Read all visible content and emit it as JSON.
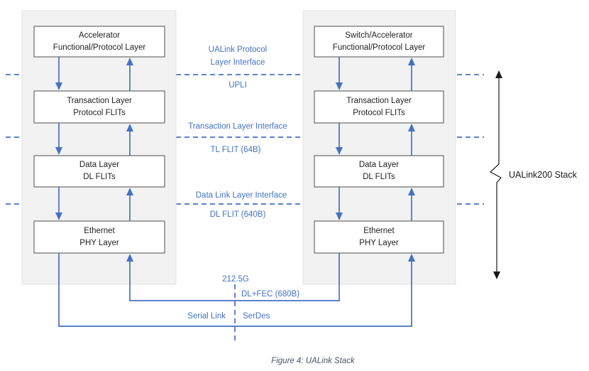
{
  "figure": {
    "caption": "Figure 4: UALink Stack"
  },
  "colors": {
    "accent_blue": "#4472C4",
    "panel_fill": "#F2F2F2",
    "panel_border": "#E3E3E3",
    "box_border": "#6F6F6F",
    "black_line": "#1a1a1a",
    "caption_navy": "#44546A"
  },
  "stacks": {
    "left": {
      "boxes": [
        {
          "line1": "Accelerator",
          "line2": "Functional/Protocol Layer"
        },
        {
          "line1": "Transaction Layer",
          "line2": "Protocol FLITs"
        },
        {
          "line1": "Data Layer",
          "line2": "DL FLITs"
        },
        {
          "line1": "Ethernet",
          "line2": "PHY Layer"
        }
      ]
    },
    "right": {
      "boxes": [
        {
          "line1": "Switch/Accelerator",
          "line2": "Functional/Protocol Layer"
        },
        {
          "line1": "Transaction Layer",
          "line2": "Protocol FLITs"
        },
        {
          "line1": "Data Layer",
          "line2": "DL FLITs"
        },
        {
          "line1": "Ethernet",
          "line2": "PHY Layer"
        }
      ]
    }
  },
  "interfaces": {
    "protocol": {
      "name_line1": "UALink Protocol",
      "name_line2": "Layer Interface",
      "unit": "UPLI"
    },
    "transaction": {
      "name": "Transaction Layer Interface",
      "unit": "TL FLIT (64B)"
    },
    "data_link": {
      "name": "Data Link Layer Interface",
      "unit": "DL FLIT (640B)"
    }
  },
  "phy": {
    "speed": "212.5G",
    "dl_fec": "DL+FEC (680B)",
    "serial_link": "Serial Link",
    "serdes": "SerDes"
  },
  "annotation": {
    "stack_label": "UALink200 Stack"
  }
}
